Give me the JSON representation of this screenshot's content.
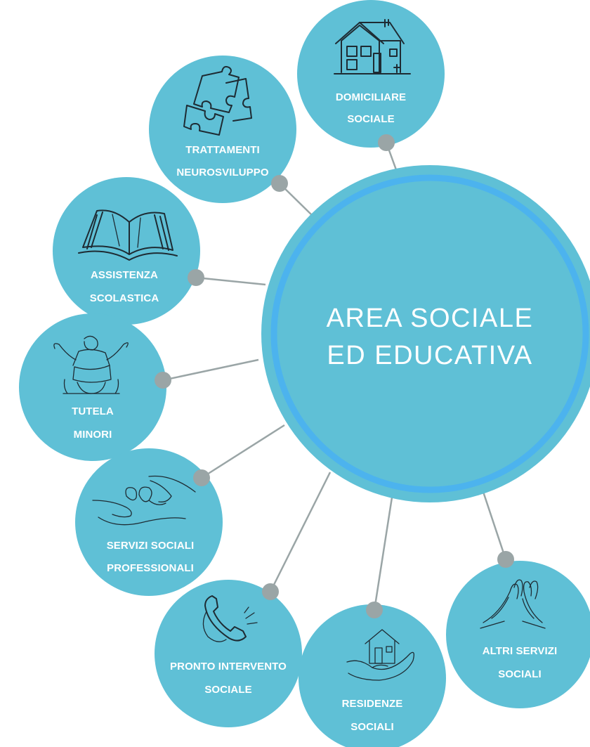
{
  "colors": {
    "node_fill": "#5fc0d6",
    "center_outer": "#5fc0d6",
    "center_ring": "#4cb3ee",
    "connector": "#9aa5a6",
    "label_text": "#ffffff",
    "icon_stroke": "#1e2b33"
  },
  "center": {
    "line1": "AREA SOCIALE",
    "line2": "ED EDUCATIVA"
  },
  "nodes": [
    {
      "id": "domiciliare",
      "icon": "house-icon",
      "line1": "DOMICILIARE",
      "line2": "SOCIALE"
    },
    {
      "id": "neurosviluppo",
      "icon": "puzzle-icon",
      "line1": "TRATTAMENTI",
      "line2": "NEUROSVILUPPO"
    },
    {
      "id": "scolastica",
      "icon": "open-book-icon",
      "line1": "ASSISTENZA",
      "line2": "SCOLASTICA"
    },
    {
      "id": "minori",
      "icon": "child-on-shoulders-icon",
      "line1": "TUTELA",
      "line2": "MINORI"
    },
    {
      "id": "servizi-professionali",
      "icon": "hands-hearts-icon",
      "line1": "SERVIZI SOCIALI",
      "line2": "PROFESSIONALI"
    },
    {
      "id": "pronto-intervento",
      "icon": "telephone-icon",
      "line1": "PRONTO INTERVENTO",
      "line2": "SOCIALE"
    },
    {
      "id": "residenze",
      "icon": "hand-house-icon",
      "line1": "RESIDENZE",
      "line2": "SOCIALI"
    },
    {
      "id": "altri-servizi",
      "icon": "high-five-icon",
      "line1": "ALTRI SERVIZI",
      "line2": "SOCIALI"
    }
  ]
}
